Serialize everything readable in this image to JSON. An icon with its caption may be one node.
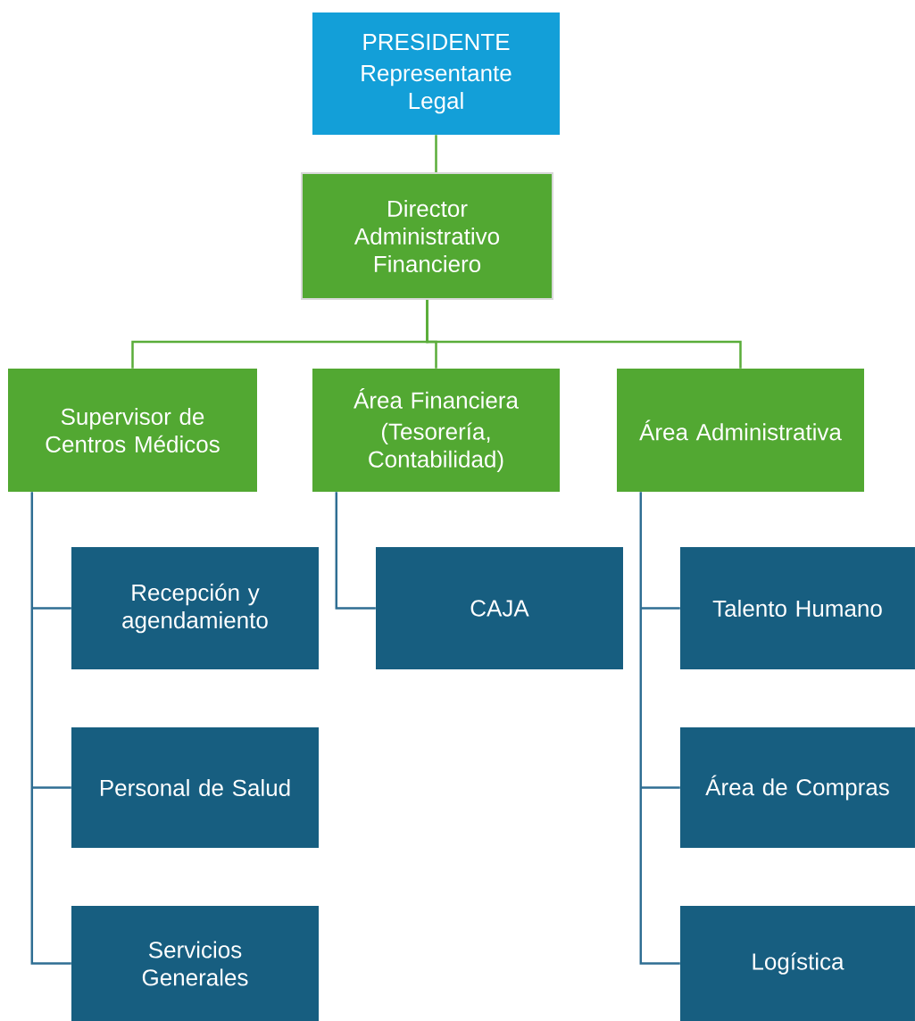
{
  "diagram": {
    "nodes": [
      {
        "text": [
          "PRESIDENTE",
          "Representante Legal"
        ]
      },
      {
        "text": [
          "Director Administrativo Financiero"
        ]
      },
      {
        "text": [
          "Supervisor de Centros Médicos"
        ]
      },
      {
        "text": [
          "Área Financiera",
          "(Tesorería, Contabilidad)"
        ]
      },
      {
        "text": [
          "Área Administrativa"
        ]
      },
      {
        "text": [
          "Recepción y agendamiento"
        ]
      },
      {
        "text": [
          "Personal de Salud"
        ]
      },
      {
        "text": [
          "Servicios Generales"
        ]
      },
      {
        "text": [
          "CAJA"
        ]
      },
      {
        "text": [
          "Talento Humano"
        ]
      },
      {
        "text": [
          "Área de Compras"
        ]
      },
      {
        "text": [
          "Logística"
        ]
      }
    ],
    "edges": [
      {
        "from": 0,
        "to": 1,
        "arrow": "none",
        "color": "#5aad3a"
      },
      {
        "from": 1,
        "to": 2,
        "arrow": "none",
        "color": "#5aad3a"
      },
      {
        "from": 1,
        "to": 3,
        "arrow": "none",
        "color": "#5aad3a"
      },
      {
        "from": 1,
        "to": 4,
        "arrow": "none",
        "color": "#5aad3a"
      },
      {
        "from": 2,
        "to": 5,
        "arrow": "none"
      },
      {
        "from": 2,
        "to": 6,
        "arrow": "none"
      },
      {
        "from": 2,
        "to": 7,
        "arrow": "none"
      },
      {
        "from": 3,
        "to": 8,
        "arrow": "none"
      },
      {
        "from": 4,
        "to": 9,
        "arrow": "none"
      },
      {
        "from": 4,
        "to": 10,
        "arrow": "none"
      },
      {
        "from": 4,
        "to": 11,
        "arrow": "none"
      }
    ]
  }
}
